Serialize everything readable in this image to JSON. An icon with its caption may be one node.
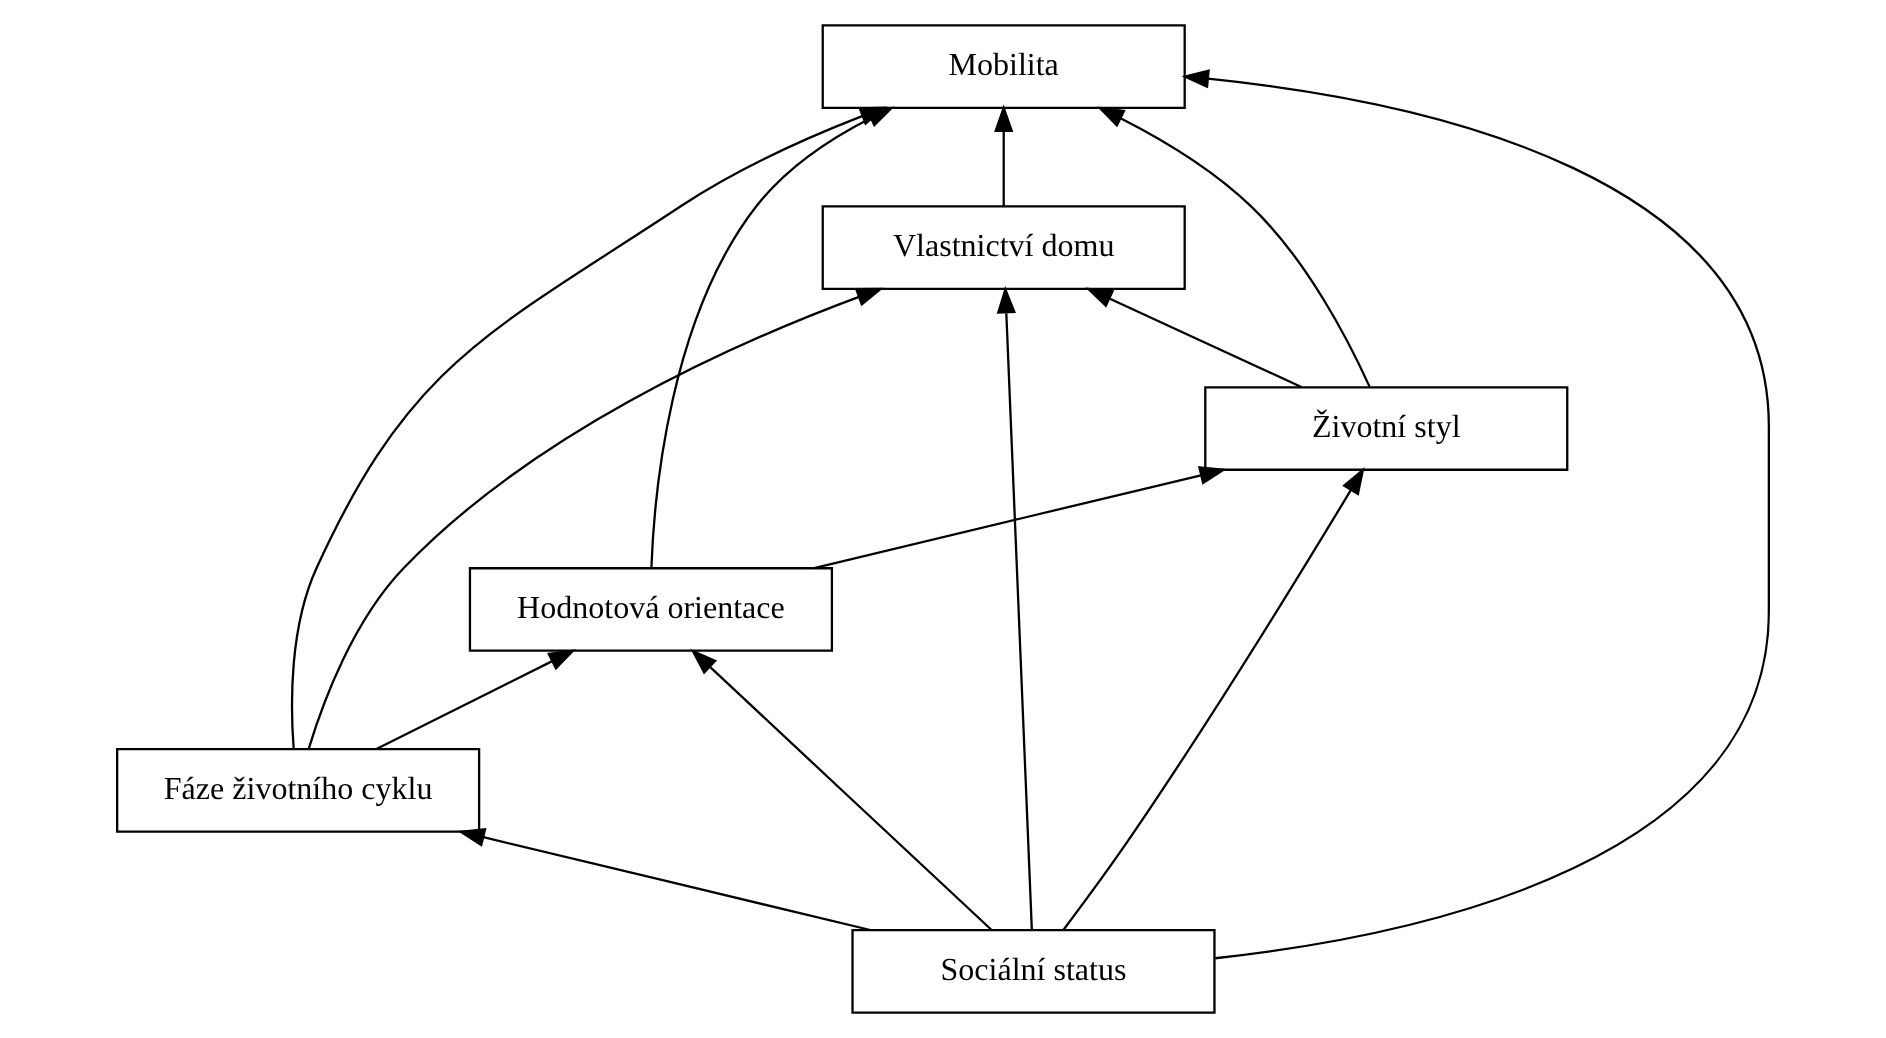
{
  "diagram": {
    "nodes": [
      {
        "text": [
          "Hodnotová orientace"
        ]
      },
      {
        "text": [
          "Fáze životního cyklu"
        ]
      },
      {
        "text": [
          "Mobilita"
        ]
      },
      {
        "text": [
          "Sociální status"
        ]
      },
      {
        "text": [
          "Vlastnictví domu"
        ]
      },
      {
        "text": [
          "Životní styl"
        ]
      }
    ],
    "edges": [
      {
        "from": 1,
        "to": 0,
        "arrow": "to"
      },
      {
        "from": 1,
        "to": 2,
        "arrow": "to"
      },
      {
        "from": 1,
        "to": 4,
        "arrow": "to"
      },
      {
        "from": 0,
        "to": 2,
        "arrow": "to"
      },
      {
        "from": 0,
        "to": 5,
        "arrow": "to"
      },
      {
        "from": 3,
        "to": 1,
        "arrow": "to"
      },
      {
        "from": 3,
        "to": 0,
        "arrow": "to"
      },
      {
        "from": 3,
        "to": 2,
        "arrow": "to"
      },
      {
        "from": 3,
        "to": 4,
        "arrow": "to"
      },
      {
        "from": 3,
        "to": 5,
        "arrow": "to"
      },
      {
        "from": 5,
        "to": 2,
        "arrow": "to"
      },
      {
        "from": 5,
        "to": 4,
        "arrow": "to"
      },
      {
        "from": 4,
        "to": 2,
        "arrow": "to"
      }
    ]
  }
}
